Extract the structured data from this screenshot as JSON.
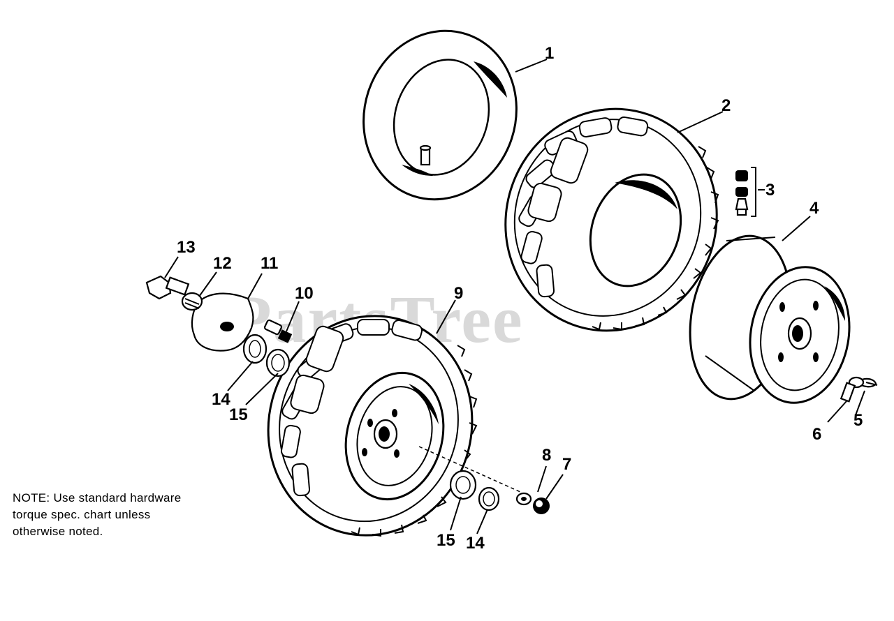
{
  "watermark": "PartsTree",
  "note": {
    "line1": "NOTE: Use standard hardware",
    "line2": "torque spec. chart unless",
    "line3": "otherwise noted."
  },
  "callouts": {
    "c1": "1",
    "c2": "2",
    "c3": "3",
    "c4": "4",
    "c5": "5",
    "c6": "6",
    "c7": "7",
    "c8": "8",
    "c9": "9",
    "c10": "10",
    "c11": "11",
    "c12": "12",
    "c13": "13",
    "c14a": "14",
    "c14b": "14",
    "c15a": "15",
    "c15b": "15"
  }
}
